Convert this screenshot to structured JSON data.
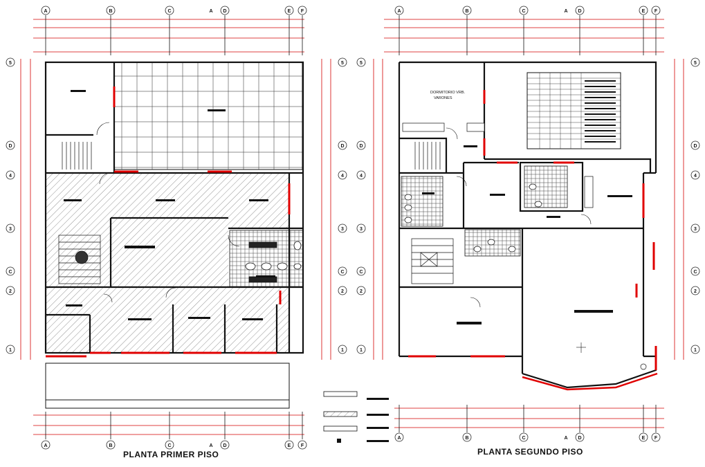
{
  "drawing": {
    "left_plan": {
      "title": "PLANTA PRIMER PISO",
      "grid_columns": [
        "A",
        "B",
        "C",
        "A",
        "D",
        "E",
        "F"
      ],
      "grid_rows": [
        "5",
        "D",
        "4",
        "3",
        "C",
        "2",
        "1"
      ]
    },
    "right_plan": {
      "title": "PLANTA SEGUNDO PISO",
      "grid_columns": [
        "A",
        "B",
        "C",
        "A",
        "D",
        "E",
        "F"
      ],
      "grid_rows": [
        "5",
        "D",
        "4",
        "3",
        "C",
        "2",
        "1"
      ],
      "room_label_line1": "DORMITORIO VRB.",
      "room_label_line2": "VARONES"
    }
  },
  "colors": {
    "wall": "#111111",
    "dimension": "#d40000",
    "door": "#e00000",
    "hatch": "#555555",
    "grid_bubble": "#222222"
  }
}
